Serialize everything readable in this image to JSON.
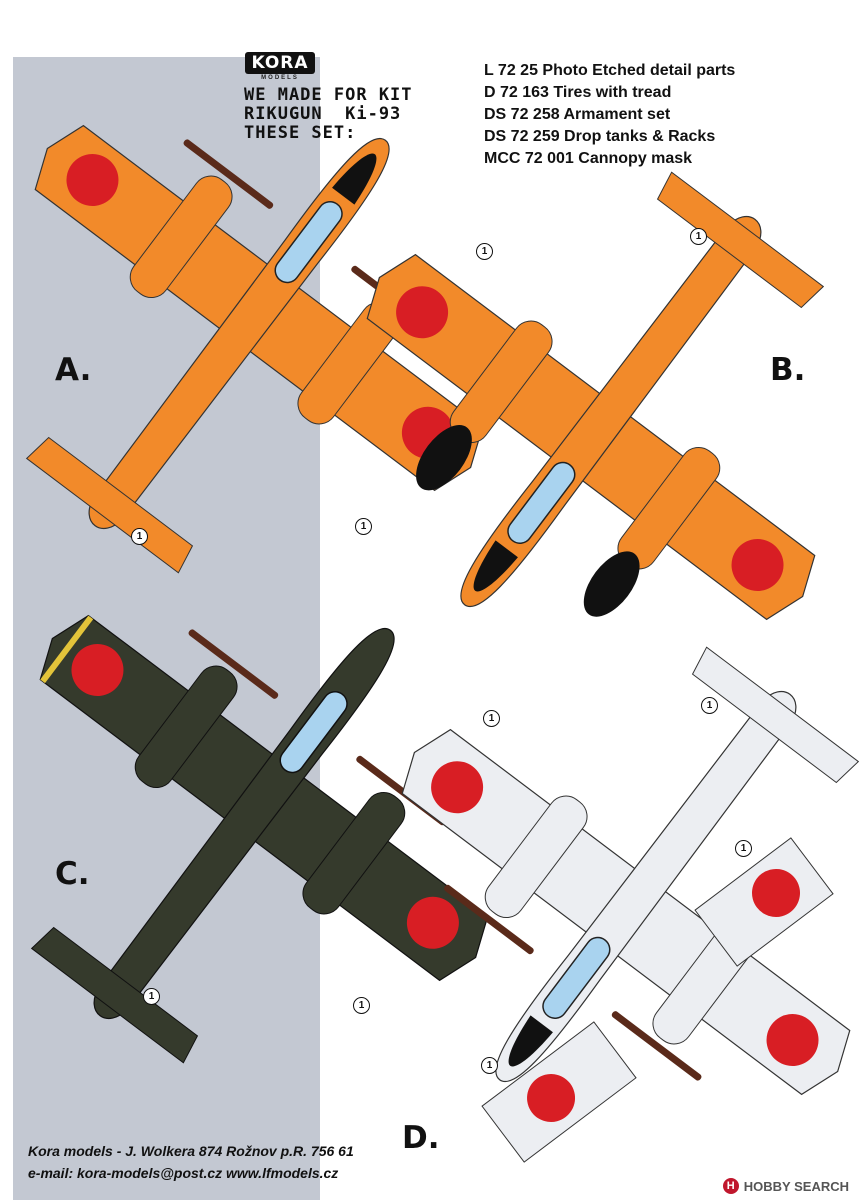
{
  "logo": {
    "brand": "KORA",
    "sub": "MODELS"
  },
  "intro": {
    "line1": "WE MADE FOR KIT",
    "line2": "RIKUGUN  Ki-93",
    "line3": "THESE SET:"
  },
  "sets": [
    "L 72 25 Photo Etched detail parts",
    "D 72 163 Tires with tread",
    "DS 72 258 Armament set",
    "DS 72 259 Drop tanks & Racks",
    "MCC 72 001 Cannopy mask"
  ],
  "markings": {
    "a": "A.",
    "b": "B.",
    "c": "C.",
    "d": "D."
  },
  "callout_number": "1",
  "footer": {
    "line1": "Kora models -  J. Wolkera 874 Rožnov p.R. 756 61",
    "line2": "e-mail: kora-models@post.cz    www.lfmodels.cz"
  },
  "watermark": {
    "text": "HOBBY SEARCH",
    "icon": "H"
  },
  "colors": {
    "orange": "#f28a2a",
    "dark_green": "#353a2c",
    "white": "#eceef2",
    "hinomaru": "#d81e24",
    "canopy": "#a9d3ef",
    "strip": "#c3c8d2"
  }
}
